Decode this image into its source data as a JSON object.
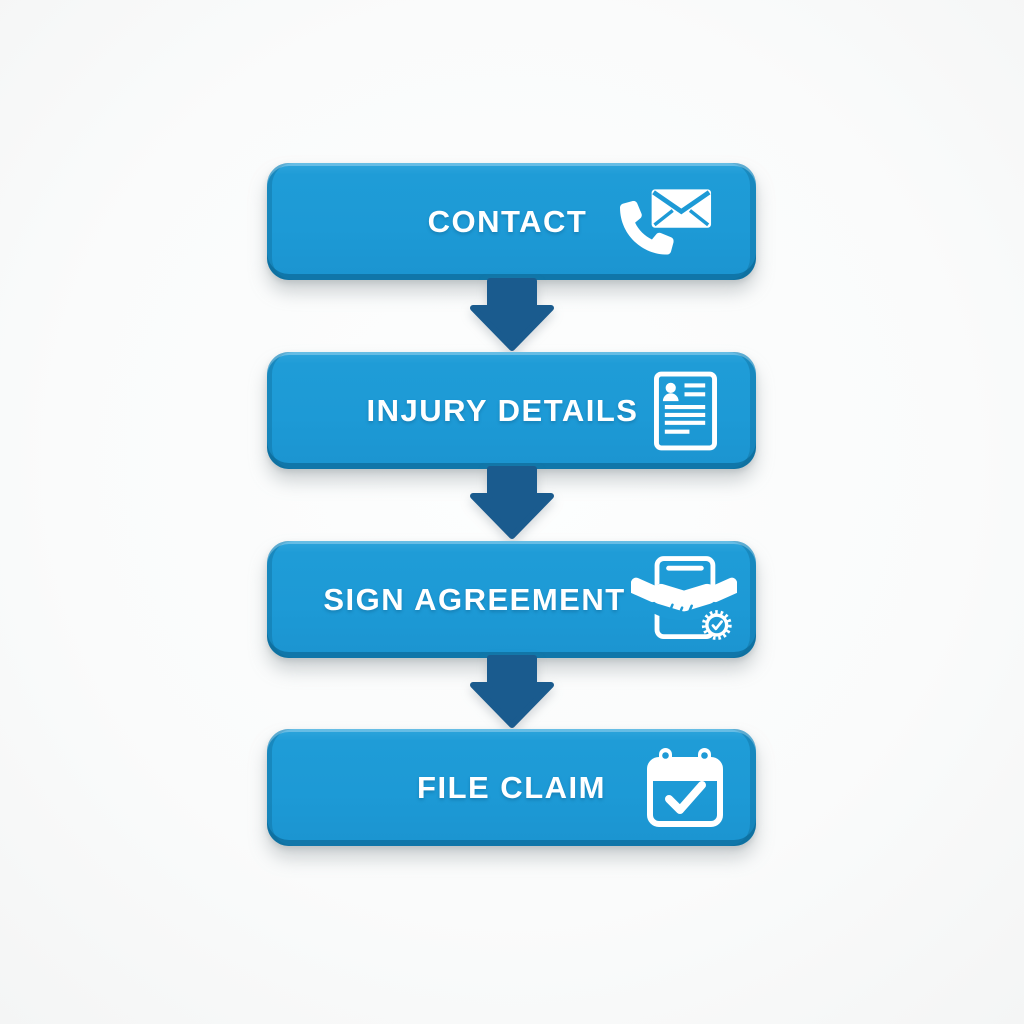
{
  "flowchart": {
    "steps": [
      {
        "label": "CONTACT",
        "icon": "phone-mail-icon"
      },
      {
        "label": "INJURY DETAILS",
        "icon": "person-document-icon"
      },
      {
        "label": "SIGN AGREEMENT",
        "icon": "handshake-document-check-icon"
      },
      {
        "label": "FILE CLAIM",
        "icon": "calendar-check-icon"
      }
    ],
    "connector_icon": "down-arrow-icon",
    "colors": {
      "step_fill": "#1d9ad6",
      "step_bevel": "#0e79ad",
      "step_top_highlight": "#45b0e0",
      "arrow": "#1a5b8e",
      "label_text": "#ffffff",
      "icon": "#ffffff",
      "background": "#fbfcfc"
    }
  }
}
